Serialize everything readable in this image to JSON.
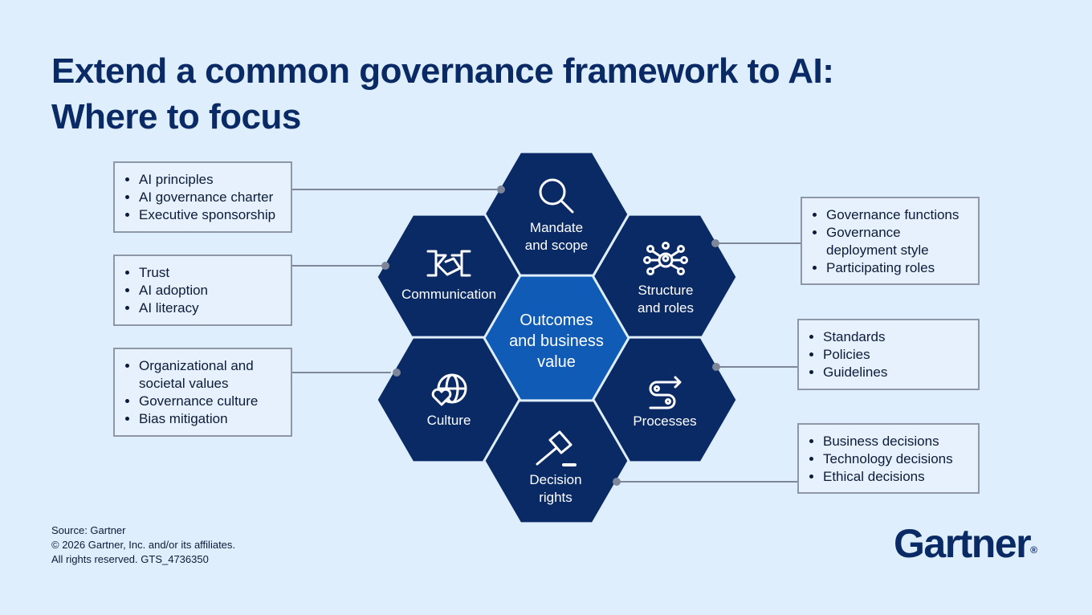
{
  "title": {
    "line1": "Extend a common governance framework to AI:",
    "line2": "Where to focus"
  },
  "colors": {
    "background": "#dfeefc",
    "hex_dark": "#0a2a66",
    "hex_center": "#0f5bb5",
    "connector": "#7d8799"
  },
  "center": {
    "line1": "Outcomes",
    "line2": "and business",
    "line3": "value"
  },
  "hexes": {
    "mandate": {
      "line1": "Mandate",
      "line2": "and scope",
      "icon": "magnifier-icon"
    },
    "communication": {
      "line1": "Communication",
      "icon": "handshake-icon"
    },
    "structure": {
      "line1": "Structure",
      "line2": "and roles",
      "icon": "network-icon"
    },
    "culture": {
      "line1": "Culture",
      "icon": "globe-heart-icon"
    },
    "processes": {
      "line1": "Processes",
      "icon": "process-path-icon"
    },
    "decision": {
      "line1": "Decision",
      "line2": "rights",
      "icon": "gavel-icon"
    }
  },
  "boxes": {
    "mandate": [
      "AI principles",
      "AI governance charter",
      "Executive sponsorship"
    ],
    "communication": [
      "Trust",
      "AI adoption",
      "AI literacy"
    ],
    "culture": [
      "Organizational and societal values",
      "Governance culture",
      "Bias mitigation"
    ],
    "structure": [
      "Governance functions",
      "Governance deployment style",
      "Participating roles"
    ],
    "processes": [
      "Standards",
      "Policies",
      "Guidelines"
    ],
    "decision": [
      "Business decisions",
      "Technology decisions",
      "Ethical decisions"
    ]
  },
  "footer": {
    "source": "Source: Gartner",
    "copyright": "© 2026 Gartner, Inc. and/or its affiliates.",
    "rights": "All rights reserved. GTS_4736350"
  },
  "logo": {
    "text": "Gartner",
    "mark": "®"
  }
}
